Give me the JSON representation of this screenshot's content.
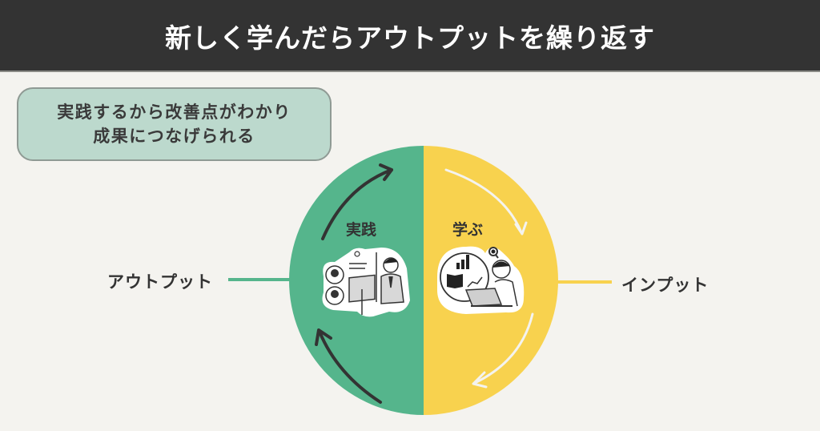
{
  "header": {
    "title": "新しく学んだらアウトプットを繰り返す"
  },
  "callout": {
    "line1": "実践するから改善点がわかり",
    "line2": "成果につなげられる"
  },
  "cycle": {
    "left_half": {
      "label": "実践",
      "color": "#55b58c",
      "arrow_color": "#333333",
      "illustration": "presentation-illustration"
    },
    "right_half": {
      "label": "学ぶ",
      "color": "#f8d24e",
      "arrow_color": "#f4f3ef",
      "illustration": "study-laptop-illustration"
    }
  },
  "side_labels": {
    "output": {
      "text": "アウトプット",
      "line_color": "#55b58c"
    },
    "input": {
      "text": "インプット",
      "line_color": "#f8d24e"
    }
  },
  "colors": {
    "header_bg": "#333333",
    "page_bg": "#f4f3ef",
    "callout_bg": "#bcd9cd",
    "green": "#55b58c",
    "yellow": "#f8d24e"
  }
}
